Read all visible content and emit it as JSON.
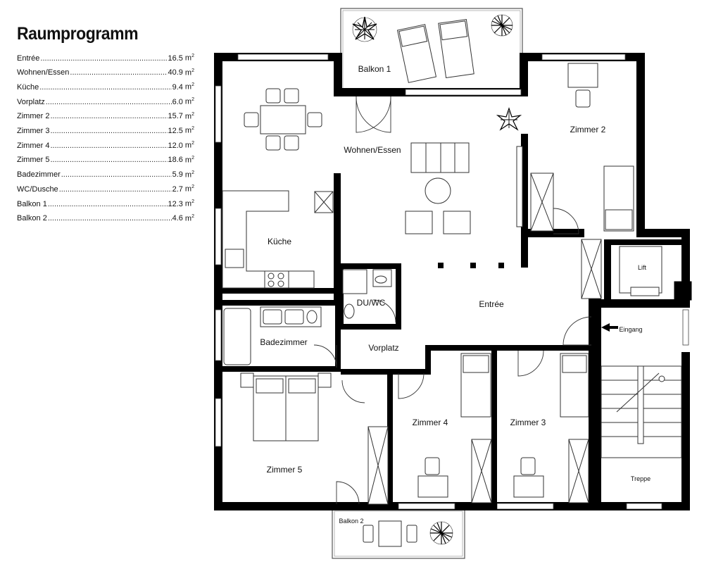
{
  "legend": {
    "title": "Raumprogramm",
    "unit": "m",
    "unit_exponent": "2",
    "rows": [
      {
        "name": "Entrée",
        "area": "16.5"
      },
      {
        "name": "Wohnen/Essen",
        "area": "40.9"
      },
      {
        "name": "Küche",
        "area": "9.4"
      },
      {
        "name": "Vorplatz",
        "area": "6.0"
      },
      {
        "name": "Zimmer 2",
        "area": "15.7"
      },
      {
        "name": "Zimmer 3",
        "area": "12.5"
      },
      {
        "name": "Zimmer 4",
        "area": "12.0"
      },
      {
        "name": "Zimmer 5",
        "area": "18.6"
      },
      {
        "name": "Badezimmer",
        "area": "5.9"
      },
      {
        "name": "WC/Dusche",
        "area": "2.7"
      },
      {
        "name": "Balkon 1",
        "area": "12.3"
      },
      {
        "name": "Balkon 2",
        "area": "4.6"
      }
    ]
  },
  "plan": {
    "rooms": {
      "balkon1": "Balkon 1",
      "wohnen": "Wohnen/Essen",
      "zimmer2": "Zimmer 2",
      "kueche": "Küche",
      "lift": "Lift",
      "duwc": "DU/WC",
      "entree": "Entrée",
      "eingang": "Eingang",
      "badezimmer": "Badezimmer",
      "vorplatz": "Vorplatz",
      "zimmer4": "Zimmer 4",
      "zimmer3": "Zimmer 3",
      "zimmer5": "Zimmer 5",
      "treppe": "Treppe",
      "balkon2": "Balkon 2"
    }
  }
}
